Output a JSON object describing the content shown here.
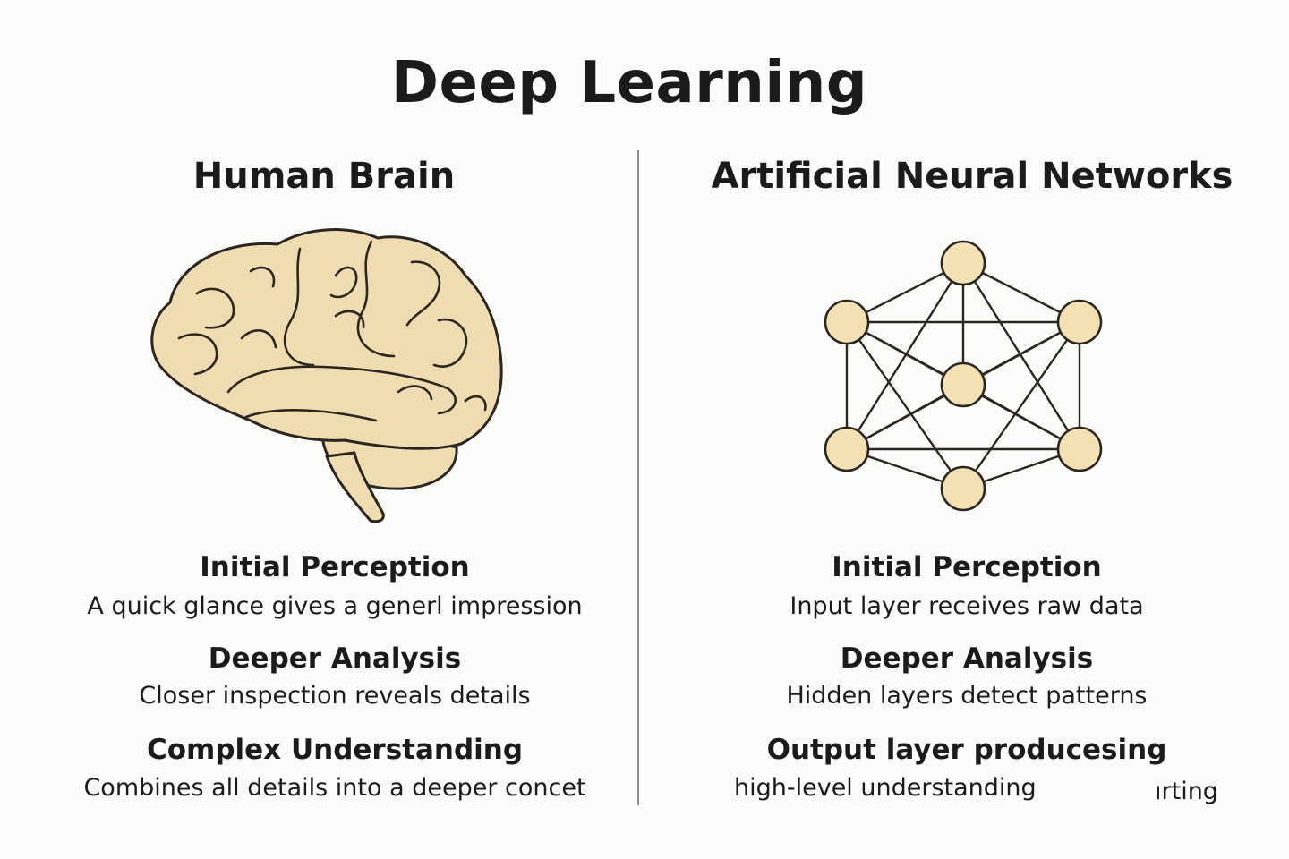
{
  "title": "Deep Learning",
  "left": {
    "heading": "Human Brain",
    "stages": [
      {
        "title": "Initial Perception",
        "text": "A quick glance gives a generl impression"
      },
      {
        "title": "Deeper Analysis",
        "text": "Closer inspection reveals details"
      },
      {
        "title": "Complex Understanding",
        "text": "Combines all details into a deeper concet"
      }
    ]
  },
  "right": {
    "heading": "Artificial Neural Networks",
    "stages": [
      {
        "title": "Initial Perception",
        "text": "Input layer receives raw data"
      },
      {
        "title": "Deeper Analysis",
        "text": "Hidden layers detect patterns"
      },
      {
        "title": "Output layer producesing",
        "text": "high-level understanding"
      }
    ],
    "stray_text": "ırting"
  },
  "colors": {
    "node_fill": "#f3e1b4",
    "brain_fill": "#efdcb0",
    "stroke": "#2b2620"
  }
}
